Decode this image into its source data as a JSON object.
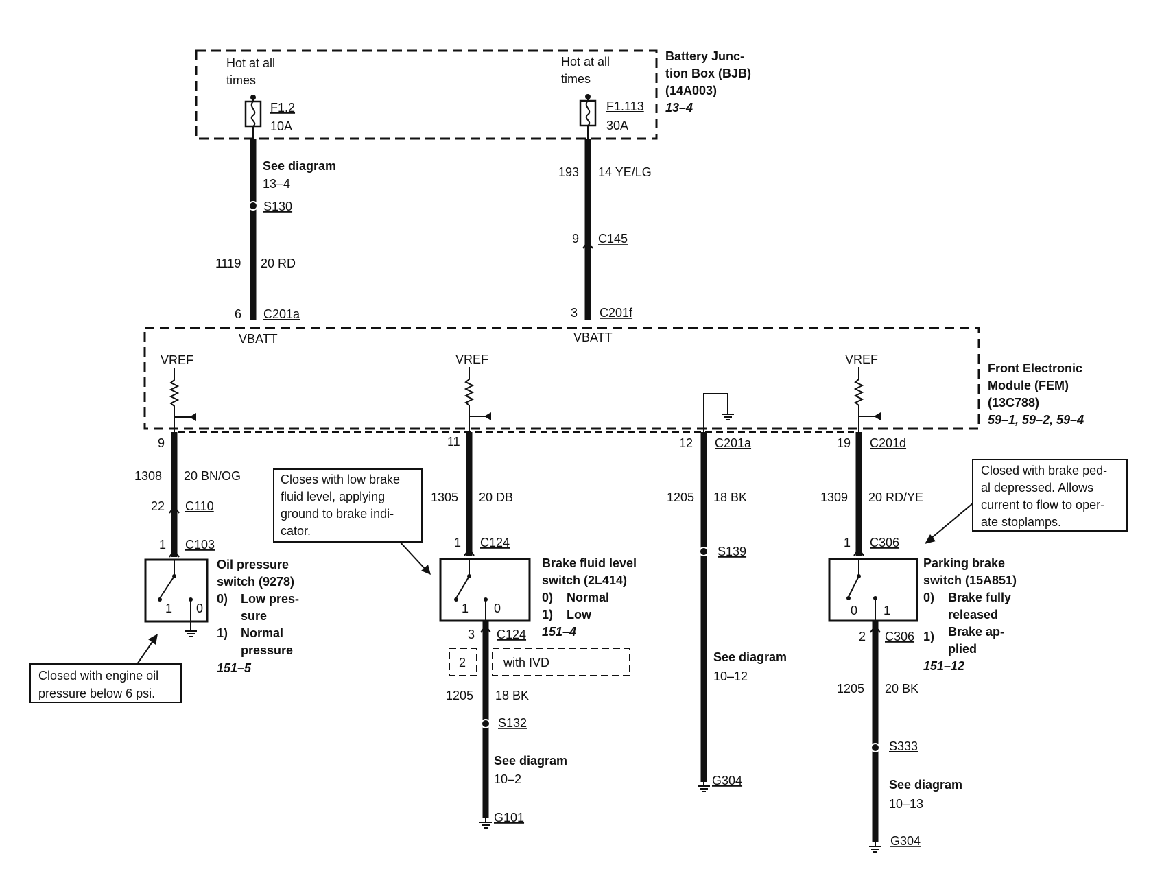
{
  "bjb": {
    "name": [
      "Battery Junc-",
      "tion Box (BJB)",
      "(14A003)"
    ],
    "ref": "13–4",
    "fuse1": {
      "hot": [
        "Hot at all",
        "times"
      ],
      "id": "F1.2",
      "rating": "10A"
    },
    "fuse2": {
      "hot": [
        "Hot at all",
        "times"
      ],
      "id": "F1.113",
      "rating": "30A"
    }
  },
  "left_feed": {
    "see": "See diagram",
    "see_ref": "13–4",
    "splice": "S130",
    "circuit": "1119",
    "wire": "20 RD",
    "pin": "6",
    "conn": "C201a",
    "label": "VBATT"
  },
  "right_feed": {
    "circuit": "193",
    "wire": "14 YE/LG",
    "c_pin": "9",
    "c_conn": "C145",
    "pin": "3",
    "conn": "C201f",
    "label": "VBATT"
  },
  "fem": {
    "name": [
      "Front Electronic",
      "Module (FEM)",
      "(13C788)"
    ],
    "ref": "59–1, 59–2, 59–4",
    "vref": "VREF"
  },
  "oil": {
    "pin": "9",
    "circuit": "1308",
    "wire": "20 BN/OG",
    "c1_pin": "22",
    "c1": "C110",
    "c2_pin": "1",
    "c2": "C103",
    "sw_a": "1",
    "sw_b": "0",
    "title": [
      "Oil pressure",
      "switch (9278)"
    ],
    "state0_num": "0)",
    "state0": [
      "Low pres-",
      "sure"
    ],
    "state1_num": "1)",
    "state1": [
      "Normal",
      "pressure"
    ],
    "ref": "151–5",
    "note": [
      "Closed with engine oil",
      "pressure below 6 psi."
    ]
  },
  "brake_fluid": {
    "pin": "11",
    "circuit": "1305",
    "wire": "20 DB",
    "c_pin": "1",
    "c": "C124",
    "sw_a": "1",
    "sw_b": "0",
    "title": [
      "Brake fluid level",
      "switch (2L414)"
    ],
    "state0_num": "0)",
    "state0": "Normal",
    "state1_num": "1)",
    "state1": "Low",
    "ref": "151–4",
    "out_pin": "3",
    "out_c": "C124",
    "ivd_pin": "2",
    "ivd": "with IVD",
    "g_circuit": "1205",
    "g_wire": "18 BK",
    "splice": "S132",
    "see": "See diagram",
    "see_ref": "10–2",
    "ground": "G101",
    "note": [
      "Closes with low brake",
      "fluid level, applying",
      "ground to brake indi-",
      "cator."
    ]
  },
  "center_ground": {
    "pin": "12",
    "conn": "C201a",
    "circuit": "1205",
    "wire": "18 BK",
    "splice": "S139",
    "see": "See diagram",
    "see_ref": "10–12",
    "ground": "G304"
  },
  "parking": {
    "pin": "19",
    "conn": "C201d",
    "circuit": "1309",
    "wire": "20 RD/YE",
    "c_pin": "1",
    "c": "C306",
    "sw_a": "0",
    "sw_b": "1",
    "title": [
      "Parking brake",
      "switch (15A851)"
    ],
    "state0_num": "0)",
    "state0": [
      "Brake fully",
      "released"
    ],
    "state1_num": "1)",
    "state1": [
      "Brake ap-",
      "plied"
    ],
    "ref": "151–12",
    "out_pin": "2",
    "out_c": "C306",
    "g_circuit": "1205",
    "g_wire": "20 BK",
    "splice": "S333",
    "see": "See diagram",
    "see_ref": "10–13",
    "ground": "G304",
    "note": [
      "Closed with brake ped-",
      "al depressed. Allows",
      "current to flow to oper-",
      "ate stoplamps."
    ]
  }
}
